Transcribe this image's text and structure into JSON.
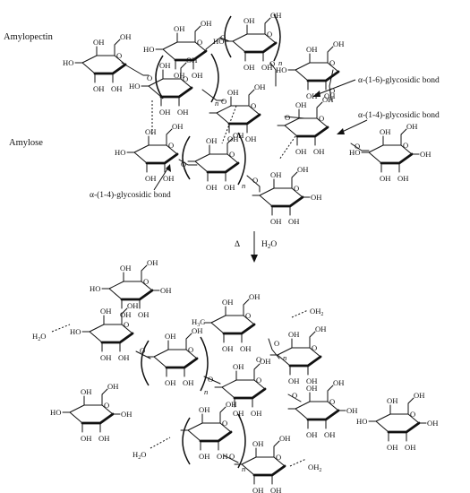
{
  "labels": {
    "amylopectin": "Amylopectin",
    "amylose": "Amylose",
    "bond_16": "α-(1-6)-glycosidic bond",
    "bond_14_right": "α-(1-4)-glycosidic bond",
    "bond_14_left": "α-(1-4)-glycosidic bond",
    "delta": "Δ",
    "water_arrow": "H2O",
    "repeat_n": "n"
  },
  "atoms": {
    "oh": "OH",
    "ho": "HO",
    "o": "O",
    "h2o": "H2O",
    "oh2": "OH2",
    "h3c": "H3C"
  }
}
